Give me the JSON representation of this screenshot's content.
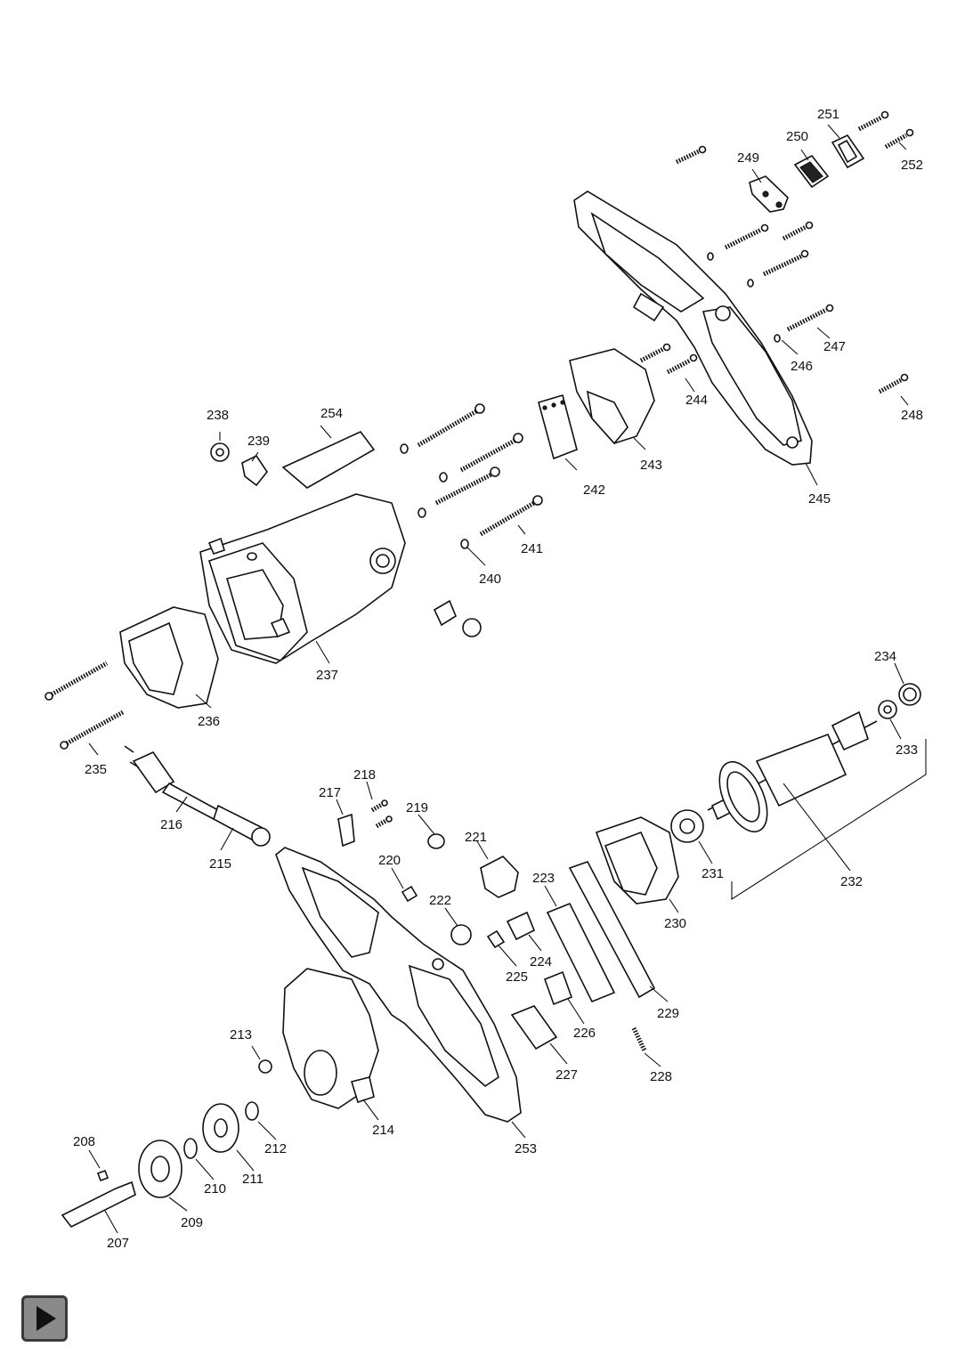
{
  "diagram": {
    "parts": [
      "207",
      "208",
      "209",
      "210",
      "211",
      "212",
      "213",
      "214",
      "215",
      "216",
      "217",
      "218",
      "219",
      "220",
      "221",
      "222",
      "223",
      "224",
      "225",
      "226",
      "227",
      "228",
      "229",
      "230",
      "231",
      "232",
      "233",
      "234",
      "235",
      "236",
      "237",
      "238",
      "239",
      "240",
      "241",
      "242",
      "243",
      "244",
      "245",
      "246",
      "247",
      "248",
      "249",
      "250",
      "251",
      "252",
      "253",
      "254"
    ]
  },
  "nav": {
    "icon": "play-icon"
  }
}
